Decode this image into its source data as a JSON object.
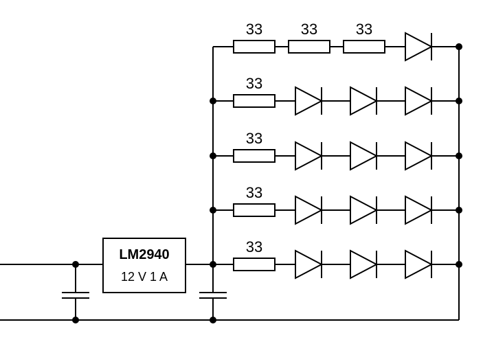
{
  "regulator": {
    "name": "LM2940",
    "spec": "12 V 1 A"
  },
  "branches": [
    {
      "resistors": [
        "33",
        "33",
        "33"
      ],
      "diodes": 1
    },
    {
      "resistors": [
        "33"
      ],
      "diodes": 3
    },
    {
      "resistors": [
        "33"
      ],
      "diodes": 3
    },
    {
      "resistors": [
        "33"
      ],
      "diodes": 3
    },
    {
      "resistors": [
        "33"
      ],
      "diodes": 3
    }
  ]
}
